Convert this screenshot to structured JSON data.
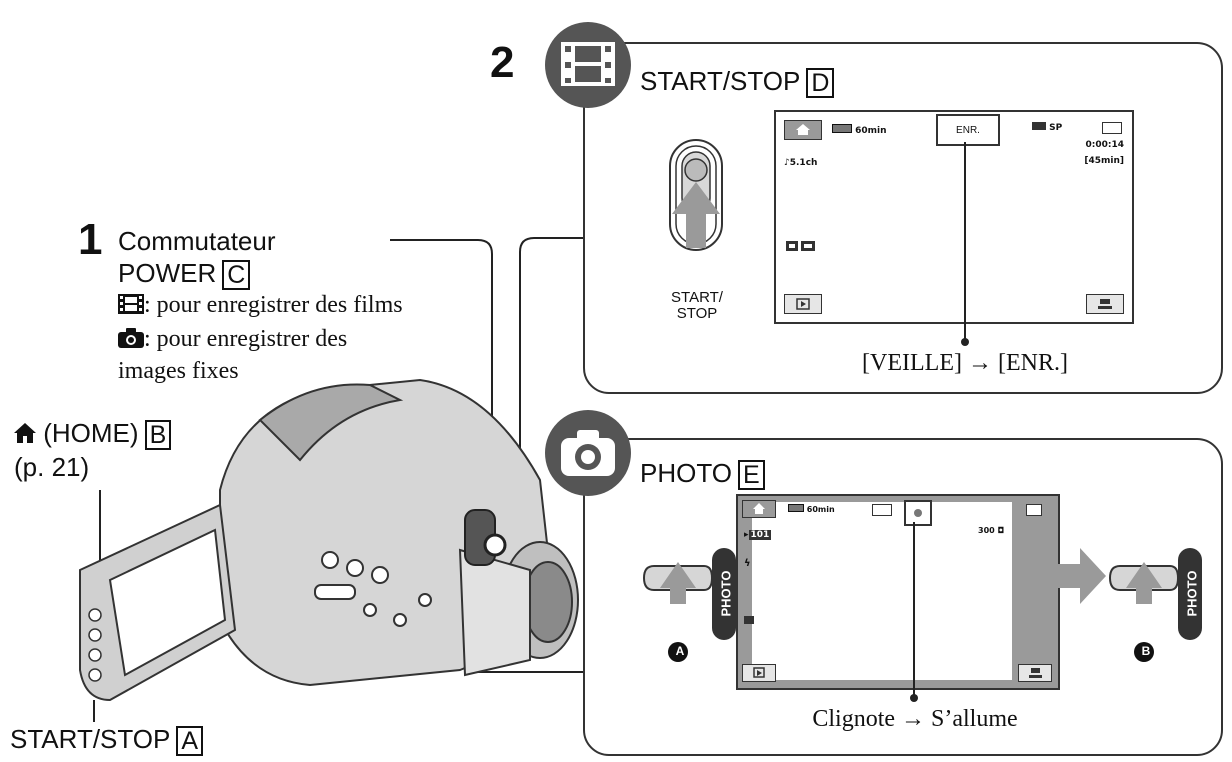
{
  "step1": {
    "number": "1",
    "title": "Commutateur",
    "power_label": "POWER",
    "power_letter": "C",
    "film_desc": ": pour enregistrer des films",
    "photo_desc_line1": ": pour enregistrer des",
    "photo_desc_line2": "images fixes"
  },
  "home": {
    "label": "(HOME)",
    "letter": "B",
    "page_ref": "(p. 21)"
  },
  "start_stop_bottom": {
    "label": "START/STOP",
    "letter": "A"
  },
  "step2": {
    "number": "2",
    "label": "START/STOP",
    "letter": "D",
    "button_text_line1": "START/",
    "button_text_line2": "STOP",
    "screen": {
      "battery": "60min",
      "status": "ENR.",
      "mode": "SP",
      "timecode": "0:00:14",
      "remaining": "[45min]",
      "audio": "5.1ch"
    },
    "caption": "[VEILLE] → [ENR.]"
  },
  "photo": {
    "label": "PHOTO",
    "letter": "E",
    "photo_vertical": "PHOTO",
    "marker_a": "A",
    "marker_b": "B",
    "screen": {
      "battery": "60min",
      "folder": "101",
      "count": "300"
    },
    "caption": "Clignote → S’allume"
  },
  "colors": {
    "icon_circle": "#555555",
    "panel_border": "#333333",
    "arrow_gray": "#9a9a9a"
  }
}
